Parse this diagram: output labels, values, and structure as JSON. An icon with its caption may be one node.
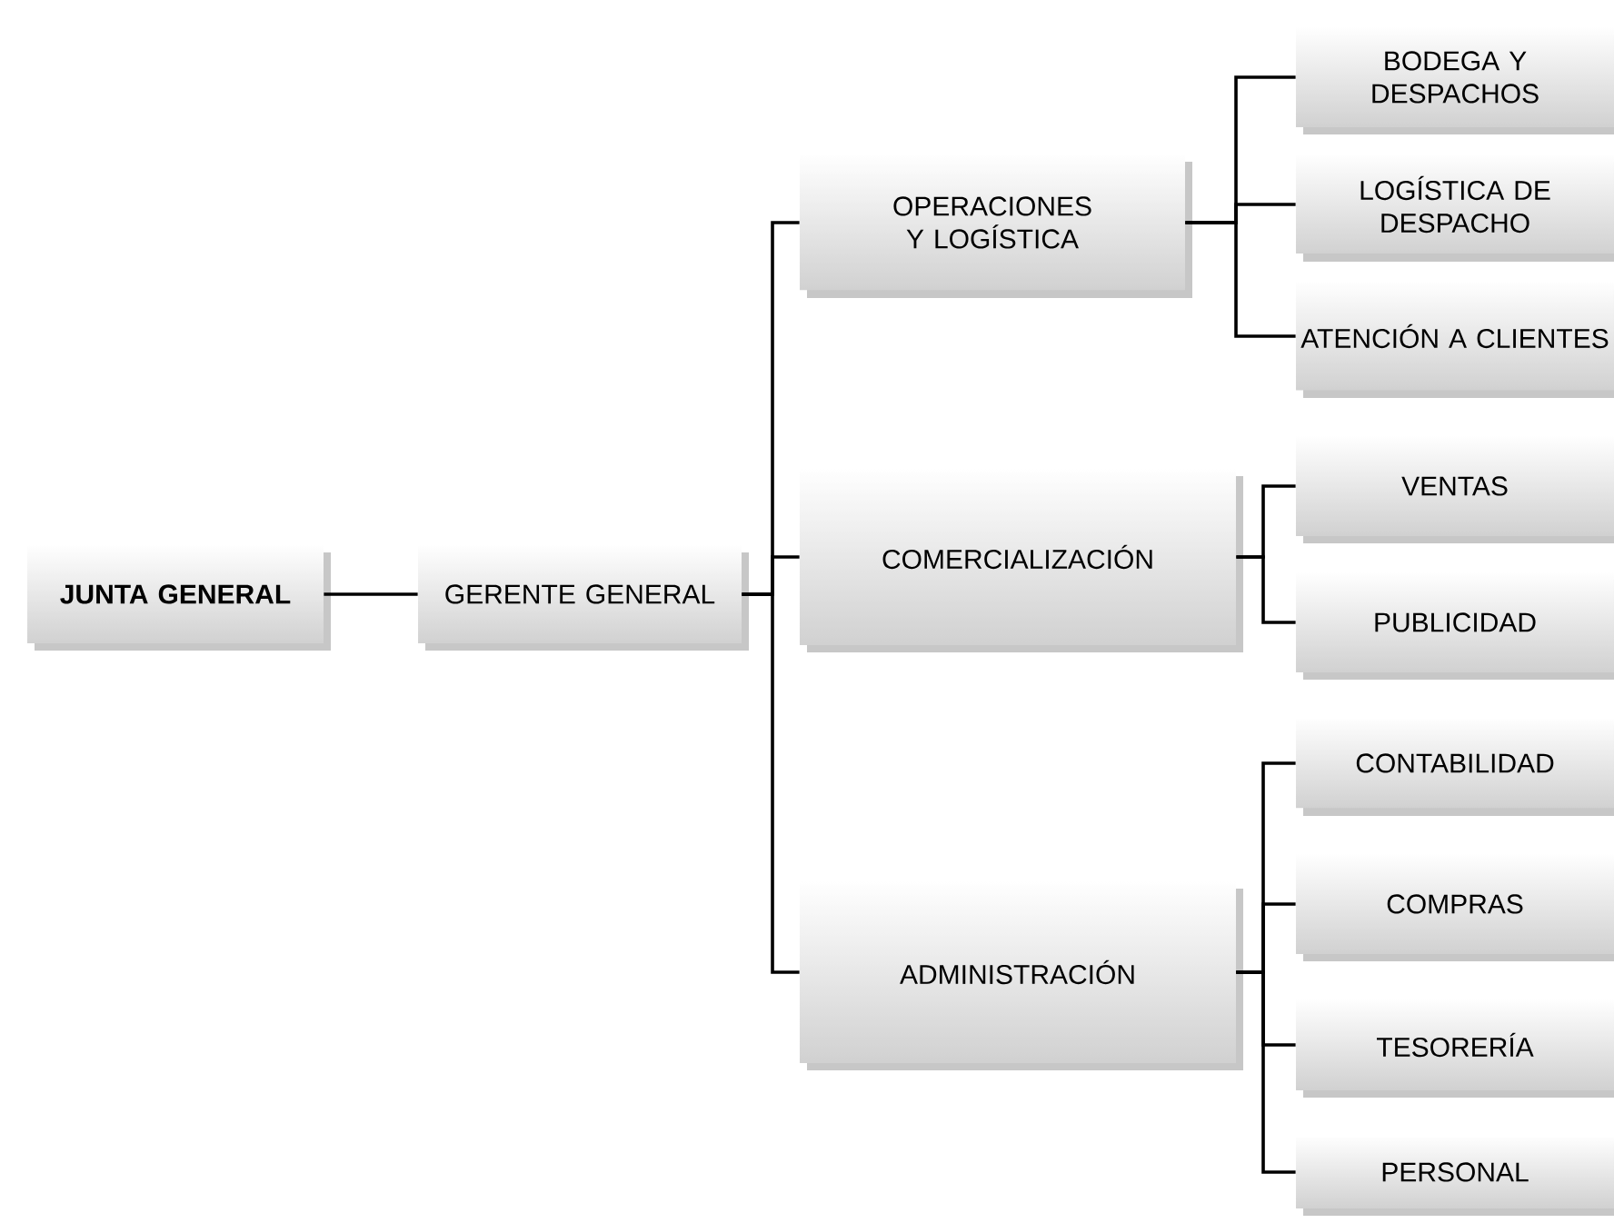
{
  "diagram": {
    "nodes": [
      {
        "text": [
          "JUNTA GENERAL"
        ]
      },
      {
        "text": [
          "GERENTE GENERAL"
        ]
      },
      {
        "text": [
          "OPERACIONES Y LOGÍSTICA"
        ]
      },
      {
        "text": [
          "COMERCIALIZACIÓN"
        ]
      },
      {
        "text": [
          "ADMINISTRACIÓN"
        ]
      },
      {
        "text": [
          "BODEGA Y DESPACHOS"
        ]
      },
      {
        "text": [
          "LOGÍSTICA DE DESPACHO"
        ]
      },
      {
        "text": [
          "ATENCIÓN A CLIENTES"
        ]
      },
      {
        "text": [
          "VENTAS"
        ]
      },
      {
        "text": [
          "PUBLICIDAD"
        ]
      },
      {
        "text": [
          "CONTABILIDAD"
        ]
      },
      {
        "text": [
          "COMPRAS"
        ]
      },
      {
        "text": [
          "TESORERÍA"
        ]
      },
      {
        "text": [
          "PERSONAL"
        ]
      }
    ],
    "edges": [
      {
        "from": 0,
        "to": 1,
        "arrow": "none"
      },
      {
        "from": 1,
        "to": 2,
        "arrow": "none"
      },
      {
        "from": 1,
        "to": 3,
        "arrow": "none"
      },
      {
        "from": 1,
        "to": 4,
        "arrow": "none"
      },
      {
        "from": 2,
        "to": 5,
        "arrow": "none"
      },
      {
        "from": 2,
        "to": 6,
        "arrow": "none"
      },
      {
        "from": 2,
        "to": 7,
        "arrow": "none"
      },
      {
        "from": 3,
        "to": 8,
        "arrow": "none"
      },
      {
        "from": 3,
        "to": 9,
        "arrow": "none"
      },
      {
        "from": 4,
        "to": 10,
        "arrow": "none"
      },
      {
        "from": 4,
        "to": 11,
        "arrow": "none"
      },
      {
        "from": 4,
        "to": 12,
        "arrow": "none"
      },
      {
        "from": 4,
        "to": 13,
        "arrow": "none"
      }
    ]
  }
}
